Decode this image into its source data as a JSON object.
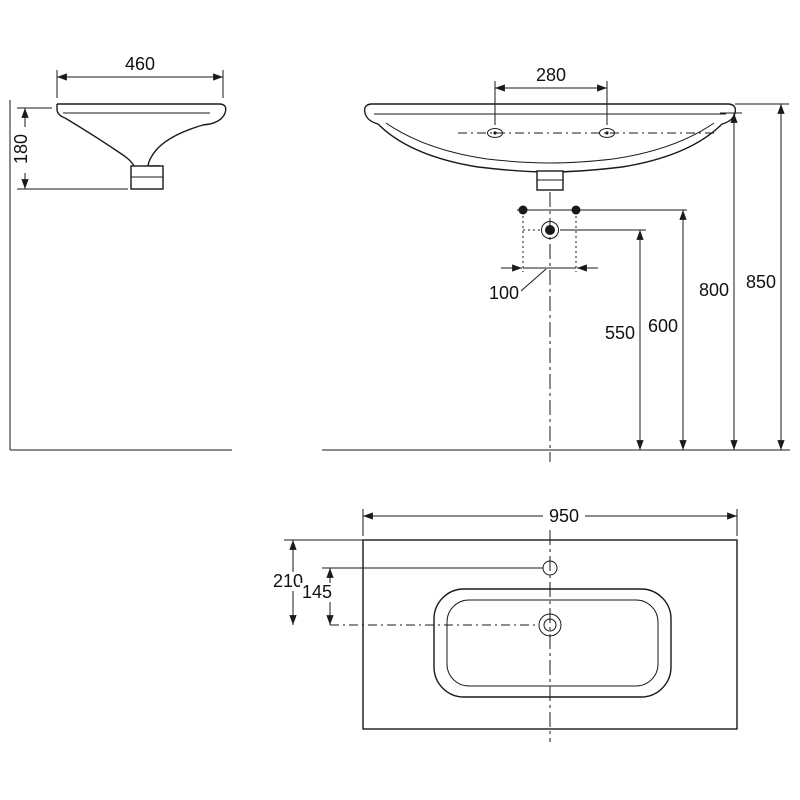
{
  "side_view": {
    "width": "460",
    "height": "180"
  },
  "front_view": {
    "tap_hole_spacing": "280",
    "bolt_spacing": "100",
    "drain_height": "550",
    "bolt_height": "600",
    "underside_height": "800",
    "rim_height": "850"
  },
  "plan_view": {
    "width": "950",
    "edge_to_drain": "210",
    "tap_to_drain": "145"
  },
  "colors": {
    "line": "#1a1a1a",
    "background": "#ffffff"
  }
}
